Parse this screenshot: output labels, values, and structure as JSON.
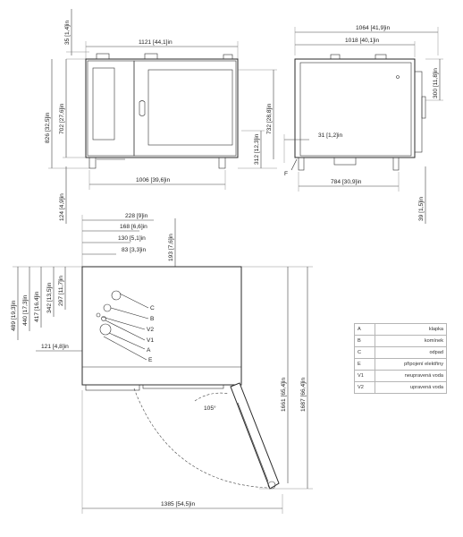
{
  "front": {
    "dim_top_width": "1121 [44,1]in",
    "dim_top_offset": "35 [1,4]in",
    "dim_total_height": "826 [32,5]in",
    "dim_body_height": "702 [27,6]in",
    "dim_door_height": "732 [28,8]in",
    "dim_right_low": "312 [12,3]in",
    "dim_feet_width": "1006 [39,6]in",
    "dim_feet_height": "124 [4,9]in"
  },
  "side": {
    "dim_total_width": "1064 [41,9]in",
    "dim_body_width": "1018 [40,1]in",
    "dim_right_height": "300 [11,8]in",
    "dim_connector": "31 [1,2]in",
    "label_f": "F",
    "dim_feet_width": "784 [30,9]in",
    "dim_foot": "39 [1,5]in"
  },
  "plan": {
    "dim_h1": "228 [9]in",
    "dim_h2": "168 [6,6]in",
    "dim_h3": "130 [5,1]in",
    "dim_h4": "83 [3,3]in",
    "dim_v_right": "193 [7,6]in",
    "dim_v1": "489 [19,3]in",
    "dim_v2": "440 [17,3]in",
    "dim_v3": "417 [16,4]in",
    "dim_v4": "342 [13,5]in",
    "dim_v5": "297 [11,7]in",
    "dim_left_small": "121 [4,8]in",
    "dim_depth_1": "1661 [65,4]in",
    "dim_depth_2": "1687 [66,4]in",
    "dim_angle": "105°",
    "dim_bottom_width": "1385 [54,5]in",
    "labels": {
      "c": "C",
      "b": "B",
      "v2": "V2",
      "v1": "V1",
      "a": "A",
      "e": "E"
    }
  },
  "legend": [
    {
      "key": "A",
      "value": "klapka"
    },
    {
      "key": "B",
      "value": "komínek"
    },
    {
      "key": "C",
      "value": "odpad"
    },
    {
      "key": "E",
      "value": "připojení elektřiny"
    },
    {
      "key": "V1",
      "value": "neupravená voda"
    },
    {
      "key": "V2",
      "value": "upravená voda"
    }
  ]
}
